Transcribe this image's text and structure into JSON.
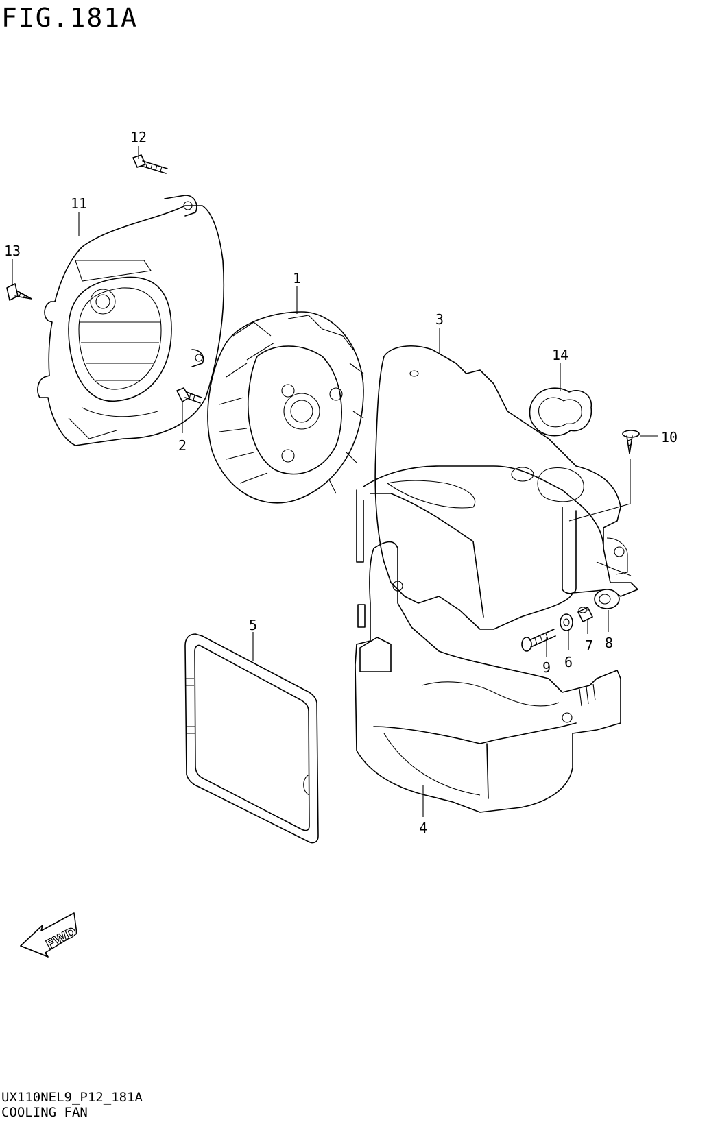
{
  "figure": {
    "title": "FIG.181A",
    "code": "UX110NEL9_P12_181A",
    "name": "COOLING FAN"
  },
  "callouts": [
    {
      "id": "1",
      "text": "1"
    },
    {
      "id": "2",
      "text": "2"
    },
    {
      "id": "3",
      "text": "3"
    },
    {
      "id": "4",
      "text": "4"
    },
    {
      "id": "5",
      "text": "5"
    },
    {
      "id": "6",
      "text": "6"
    },
    {
      "id": "7",
      "text": "7"
    },
    {
      "id": "8",
      "text": "8"
    },
    {
      "id": "9",
      "text": "9"
    },
    {
      "id": "10",
      "text": "10"
    },
    {
      "id": "11",
      "text": "11"
    },
    {
      "id": "12",
      "text": "12"
    },
    {
      "id": "13",
      "text": "13"
    },
    {
      "id": "14",
      "text": "14"
    }
  ],
  "fwd_label": "FWD",
  "icons": {
    "fwd_arrow": "fwd-arrow-icon"
  },
  "colors": {
    "line": "#000000",
    "background": "#ffffff"
  }
}
